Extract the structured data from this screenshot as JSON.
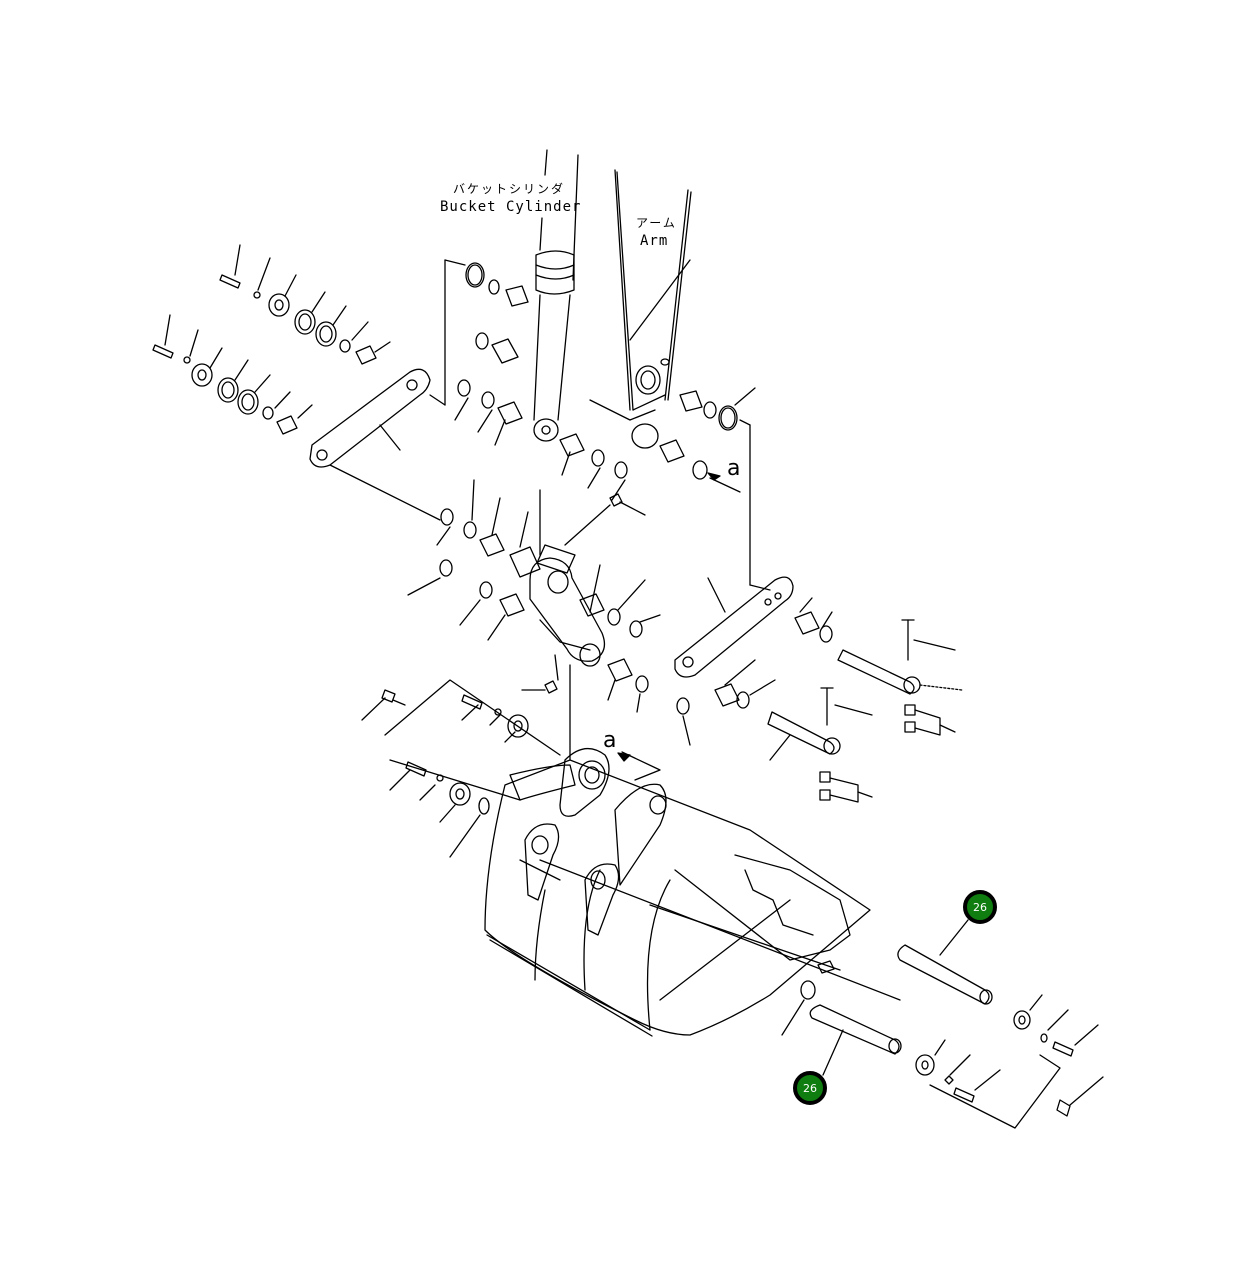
{
  "diagram": {
    "labels": {
      "bucket_cylinder_jp": "バケットシリンダ",
      "bucket_cylinder_en": "Bucket Cylinder",
      "arm_jp": "アーム",
      "arm_en": "Arm"
    },
    "section_markers": [
      {
        "id": "a-upper",
        "text": "a"
      },
      {
        "id": "a-lower",
        "text": "a"
      }
    ],
    "callouts": [
      {
        "id": "callout-1",
        "number": "26"
      },
      {
        "id": "callout-2",
        "number": "26"
      }
    ],
    "colors": {
      "callout_fill": "#0f7d0f",
      "callout_border": "#000000",
      "line": "#000000",
      "background": "#ffffff"
    }
  }
}
